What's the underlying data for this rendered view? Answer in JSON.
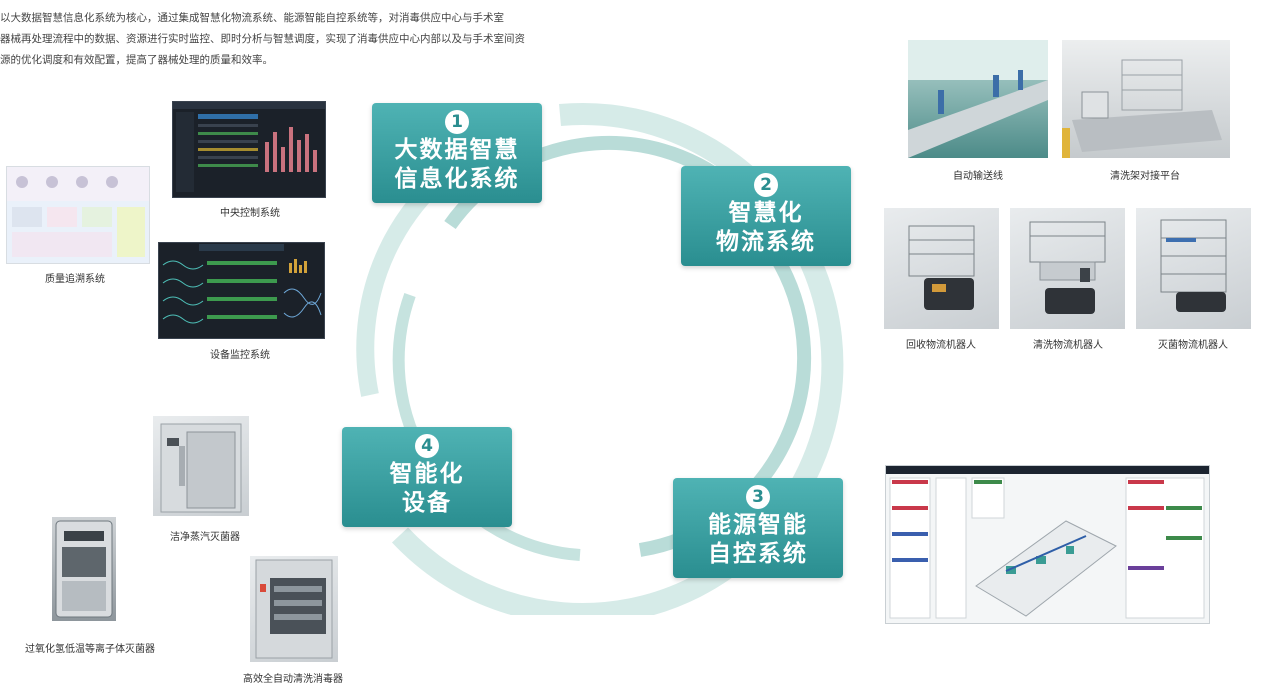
{
  "intro": {
    "text": "      以大数据智慧信息化系统为核心，通过集成智慧化物流系统、能源智能自控系统等，对消毒供应中心与手术室\n器械再处理流程中的数据、资源进行实时监控、即时分析与智慧调度，实现了消毒供应中心内部以及与手术室间资\n源的优化调度和有效配置，提高了器械处理的质量和效率。"
  },
  "nodes": [
    {
      "num": "1",
      "title": "大数据智慧\n信息化系统"
    },
    {
      "num": "2",
      "title": "智慧化\n物流系统"
    },
    {
      "num": "3",
      "title": "能源智能\n自控系统"
    },
    {
      "num": "4",
      "title": "智能化\n设备"
    }
  ],
  "captions": {
    "central_control": "中央控制系统",
    "quality_trace": "质量追溯系统",
    "equipment_monitor": "设备监控系统",
    "auto_conveyor": "自动输送线",
    "rack_docking": "清洗架对接平台",
    "recycle_robot": "回收物流机器人",
    "wash_robot": "清洗物流机器人",
    "sterilize_robot": "灭菌物流机器人",
    "steam_sterilizer": "洁净蒸汽灭菌器",
    "plasma_sterilizer": "过氧化氢低温等离子体灭菌器",
    "washer_disinfector": "高效全自动清洗消毒器"
  },
  "colors": {
    "teal_dark": "#2a8e90",
    "teal_light": "#4fb3b4",
    "ring": "#cfe6e3"
  },
  "chart_data": {
    "type": "diagram",
    "nodes": [
      "大数据智慧信息化系统",
      "智慧化物流系统",
      "能源智能自控系统",
      "智能化设备"
    ],
    "layout": "cycle"
  }
}
